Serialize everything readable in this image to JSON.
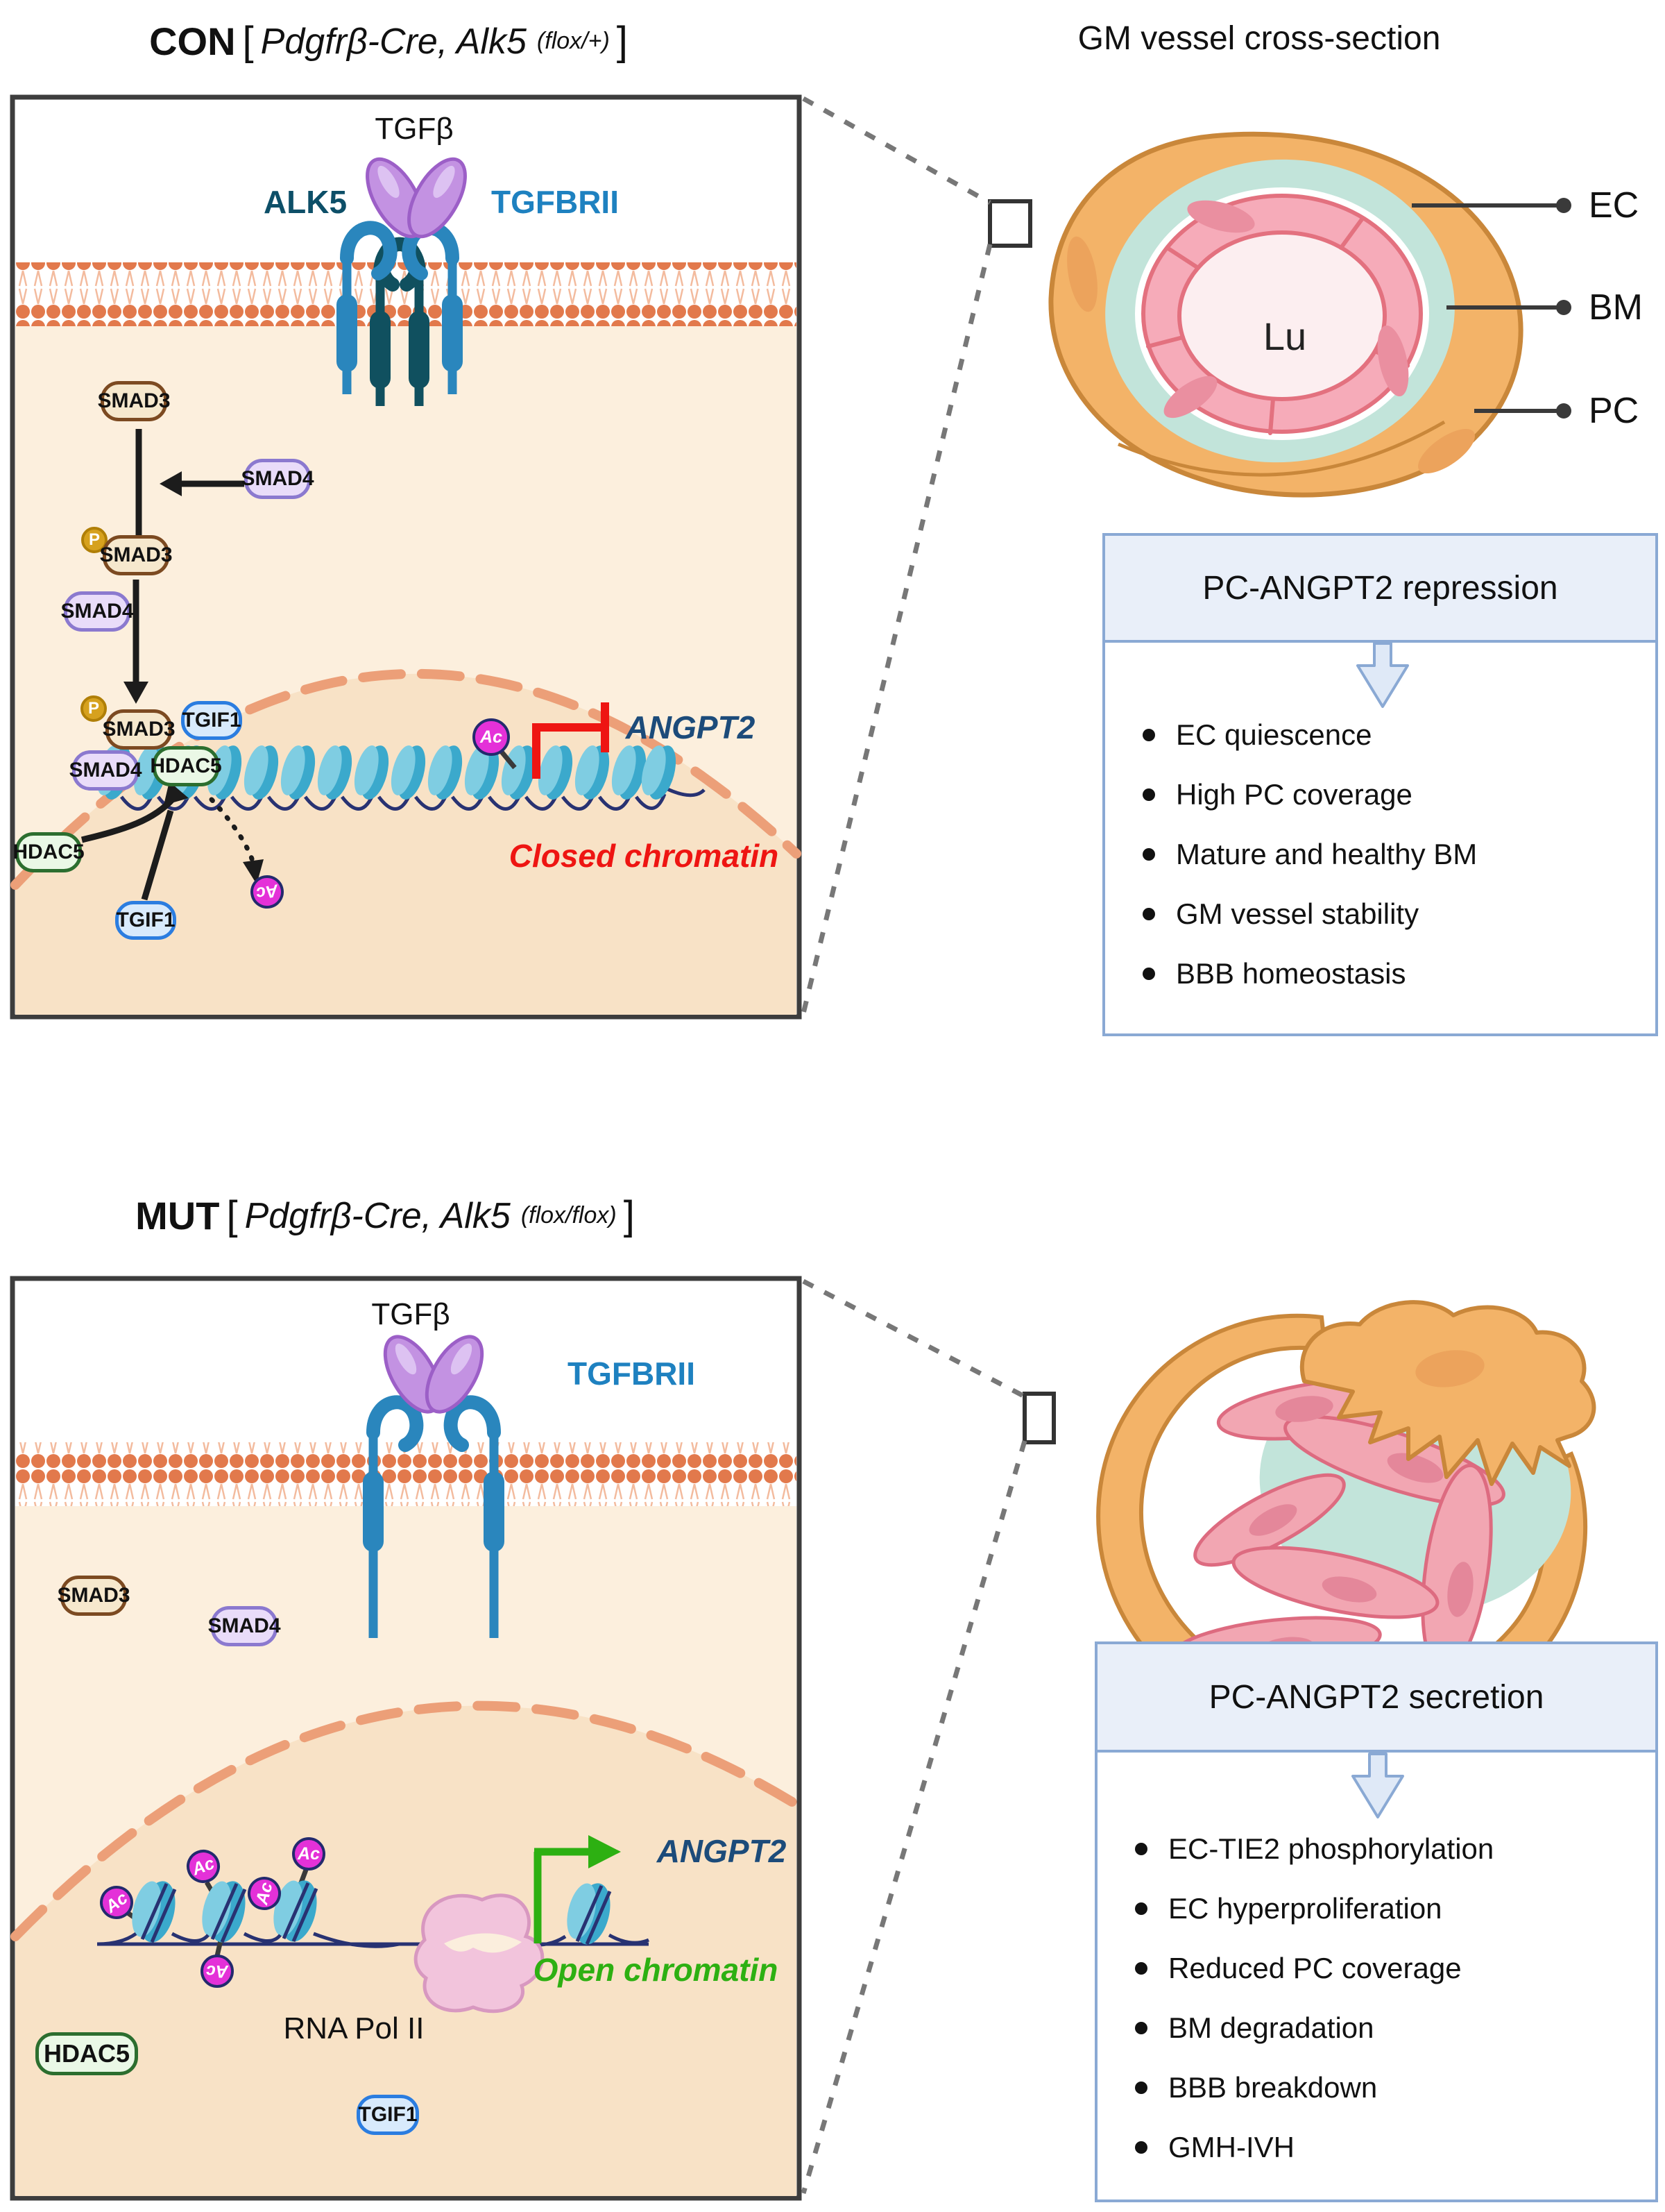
{
  "palette": {
    "panel_border": "#3d3d3d",
    "cytoplasm": "#fcefdd",
    "nucleus": "#f8e2c6",
    "membrane_head": "#e2794c",
    "nuclear_envelope": "#ec9f78",
    "receptor_light_blue": "#2a86bd",
    "receptor_dark_teal": "#10505f",
    "ligand_purple": "#c392e2",
    "chromatin_teal": "#45b3d4",
    "ac_magenta": "#e431d8",
    "phospho_gold": "#d6a11e",
    "inhibit_red": "#ee1512",
    "activate_green": "#2db012",
    "gene_navy": "#1c4b7a",
    "box_blue_border": "#8aa9d4",
    "vessel_pc_orange": "#f3b368",
    "vessel_bm_teal": "#c2e4da",
    "vessel_ec_pink": "#f6abb9"
  },
  "con": {
    "label": "CON",
    "bracket_open": "[",
    "genotype": "Pdgfrβ-Cre, Alk5",
    "allele": "(flox/+)",
    "bracket_close": "]",
    "tgfb": "TGFβ",
    "alk5": "ALK5",
    "tgfbrii": "TGFBRII",
    "smad3": "SMAD3",
    "smad4": "SMAD4",
    "phospho": "P",
    "ac": "Ac",
    "tgif1": "TGIF1",
    "hdac5": "HDAC5",
    "angpt2": "ANGPT2",
    "chromatin_state": "Closed chromatin"
  },
  "mut": {
    "label": "MUT",
    "bracket_open": "[",
    "genotype": "Pdgfrβ-Cre, Alk5",
    "allele": "(flox/flox)",
    "bracket_close": "]",
    "tgfb": "TGFβ",
    "tgfbrii": "TGFBRII",
    "smad3": "SMAD3",
    "smad4": "SMAD4",
    "ac": "Ac",
    "tgif1": "TGIF1",
    "hdac5": "HDAC5",
    "angpt2": "ANGPT2",
    "chromatin_state": "Open chromatin",
    "rna_pol": "RNA Pol II"
  },
  "cross_section": {
    "title": "GM vessel cross-section",
    "lumen": "Lu",
    "label_ec": "EC",
    "label_bm": "BM",
    "label_pc": "PC"
  },
  "repression_box": {
    "title": "PC-ANGPT2 repression",
    "items": [
      "EC quiescence",
      "High PC coverage",
      "Mature and healthy BM",
      "GM vessel stability",
      "BBB homeostasis"
    ]
  },
  "secretion_box": {
    "title": "PC-ANGPT2 secretion",
    "items": [
      "EC-TIE2 phosphorylation",
      "EC hyperproliferation",
      "Reduced PC coverage",
      "BM degradation",
      "BBB breakdown",
      "GMH-IVH"
    ]
  }
}
